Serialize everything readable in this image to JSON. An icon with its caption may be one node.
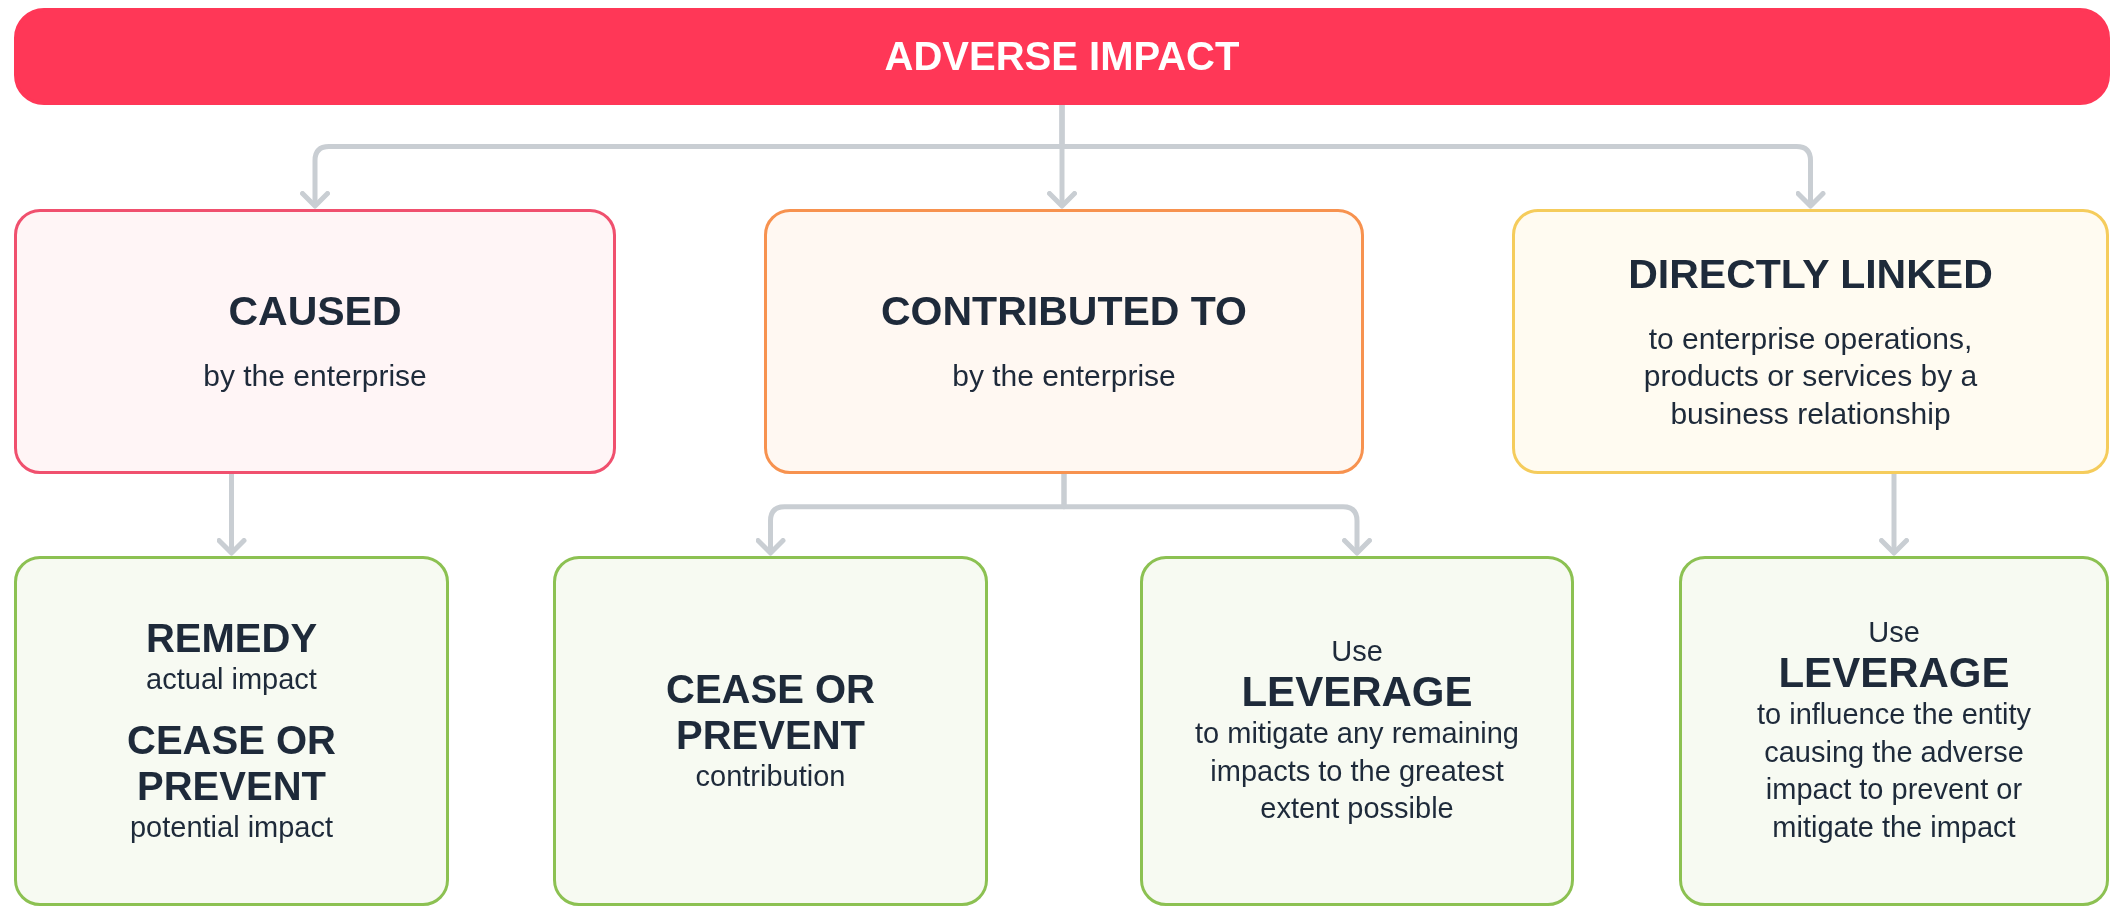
{
  "diagram": {
    "nodes": [
      {
        "text": [
          "ADVERSE IMPACT"
        ]
      },
      {
        "text": [
          "CAUSED",
          "by the enterprise"
        ]
      },
      {
        "text": [
          "CONTRIBUTED TO",
          "by the enterprise"
        ]
      },
      {
        "text": [
          "DIRECTLY LINKED",
          "to enterprise operations, products or services by a business relationship"
        ]
      },
      {
        "text": [
          "REMEDY",
          "actual impact",
          "CEASE OR PREVENT",
          "potential impact"
        ]
      },
      {
        "text": [
          "CEASE OR PREVENT",
          "contribution"
        ]
      },
      {
        "text": [
          "Use",
          "LEVERAGE",
          "to mitigate any remaining impacts to the greatest extent possible"
        ]
      },
      {
        "text": [
          "Use",
          "LEVERAGE",
          "to influence the entity causing the adverse impact to prevent or mitigate the impact"
        ]
      }
    ],
    "edges": [
      {
        "from": 0,
        "to": 1,
        "arrow": "to"
      },
      {
        "from": 0,
        "to": 2,
        "arrow": "to"
      },
      {
        "from": 0,
        "to": 3,
        "arrow": "to"
      },
      {
        "from": 1,
        "to": 4,
        "arrow": "to"
      },
      {
        "from": 2,
        "to": 5,
        "arrow": "to"
      },
      {
        "from": 2,
        "to": 6,
        "arrow": "to"
      },
      {
        "from": 3,
        "to": 7,
        "arrow": "to"
      }
    ]
  }
}
